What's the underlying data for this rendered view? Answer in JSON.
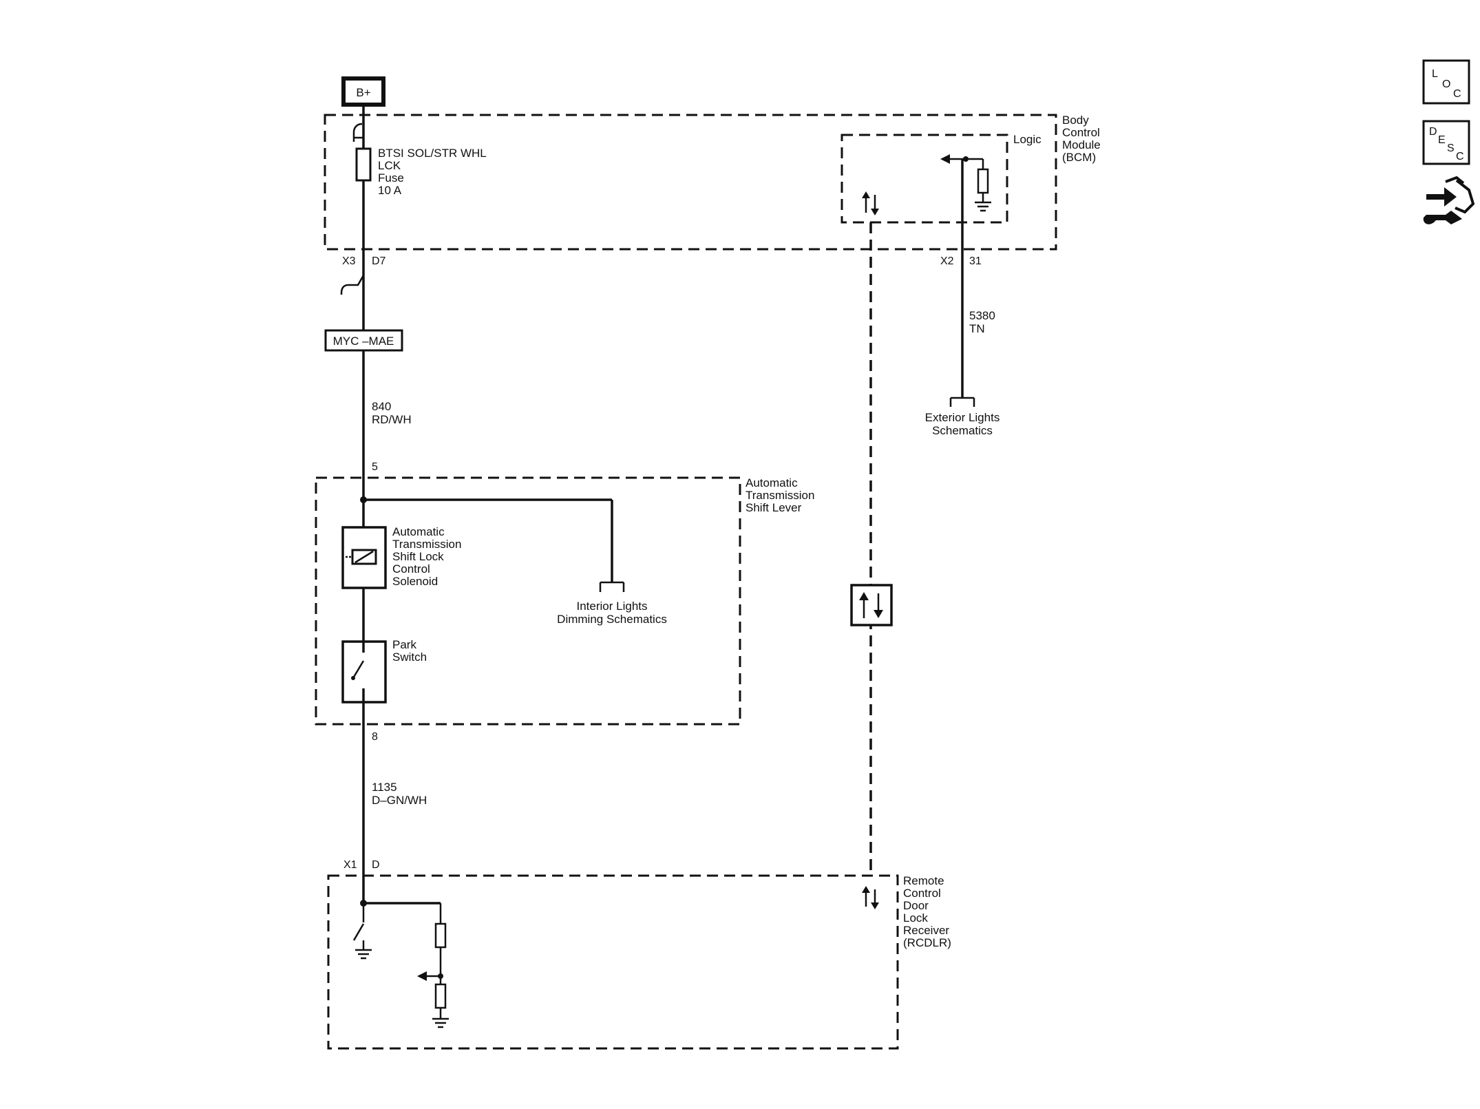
{
  "power": {
    "source": "B+"
  },
  "bcm": {
    "title": [
      "Body",
      "Control",
      "Module",
      "(BCM)"
    ],
    "logic": "Logic",
    "fuse": [
      "BTSI SOL/STR WHL",
      "LCK",
      "Fuse",
      "10 A"
    ],
    "connector_left": {
      "id": "X3",
      "pin": "D7"
    },
    "connector_right": {
      "id": "X2",
      "pin": "31"
    }
  },
  "splice": "MYC –MAE",
  "wires": {
    "w840": {
      "circuit": "840",
      "color": "RD/WH"
    },
    "w5380": {
      "circuit": "5380",
      "color": "TN"
    },
    "w1135": {
      "circuit": "1135",
      "color": "D–GN/WH"
    }
  },
  "shift_lever": {
    "title": [
      "Automatic",
      "Transmission",
      "Shift Lever"
    ],
    "pin_top": "5",
    "pin_bottom": "8",
    "solenoid": [
      "Automatic",
      "Transmission",
      "Shift Lock",
      "Control",
      "Solenoid"
    ],
    "park_switch": [
      "Park",
      "Switch"
    ]
  },
  "refs": {
    "interior": [
      "Interior Lights",
      "Dimming Schematics"
    ],
    "exterior": [
      "Exterior Lights",
      "Schematics"
    ]
  },
  "rcdlr": {
    "title": [
      "Remote",
      "Control",
      "Door",
      "Lock",
      "Receiver",
      "(RCDLR)"
    ],
    "connector": {
      "id": "X1",
      "pin": "D"
    }
  },
  "side_icons": [
    {
      "name": "loc-icon",
      "letters": [
        "L",
        "O",
        "C"
      ]
    },
    {
      "name": "desc-icon",
      "letters": [
        "D",
        "E",
        "S",
        "C"
      ]
    },
    {
      "name": "connector-hand-icon"
    }
  ]
}
